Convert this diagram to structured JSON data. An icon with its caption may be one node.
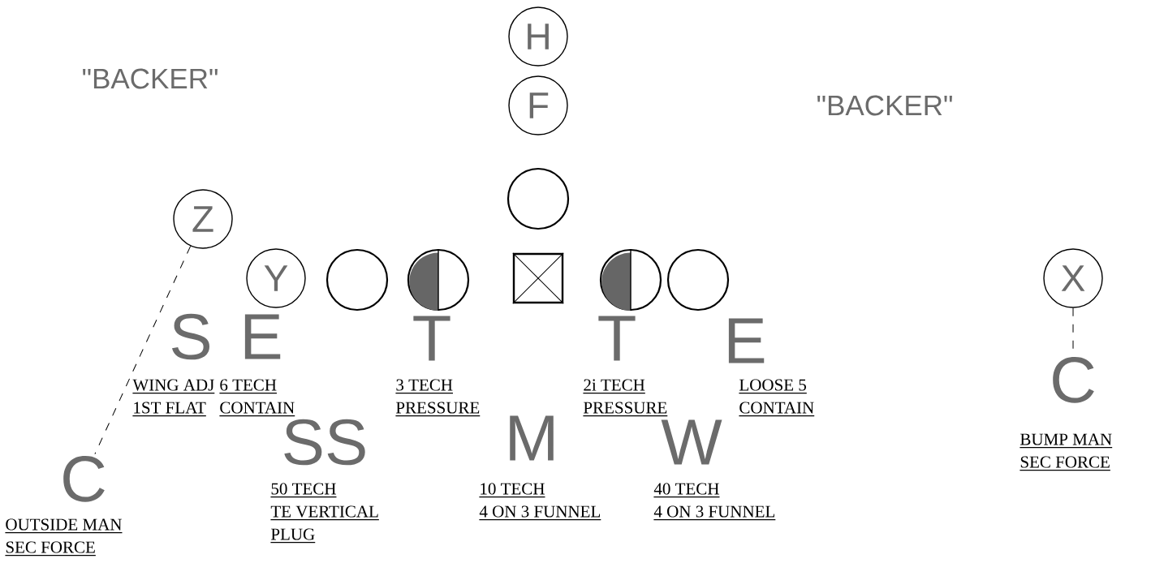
{
  "diagram": {
    "nodes": [
      {
        "text": [
          "H"
        ]
      },
      {
        "text": [
          "F"
        ]
      },
      {
        "text": [],
        "shape": "circle"
      },
      {
        "text": [
          "Z"
        ]
      },
      {
        "text": [
          "Y"
        ]
      },
      {
        "text": [],
        "shape": "circle"
      },
      {
        "text": [],
        "shape": "circle"
      },
      {
        "text": [],
        "shape": "box"
      },
      {
        "text": [],
        "shape": "circle"
      },
      {
        "text": [],
        "shape": "circle"
      },
      {
        "text": [
          "X"
        ]
      },
      {
        "text": [
          "C"
        ],
        "beside": [
          "BUMP MAN SEC FORCE"
        ]
      },
      {
        "text": [
          "C"
        ],
        "beside": [
          "OUTSIDE MAN SEC FORCE"
        ]
      }
    ],
    "edges": [
      {
        "from": 3,
        "to": 12,
        "arrow": "none",
        "style": "dashed"
      },
      {
        "from": 10,
        "to": 11,
        "arrow": "none",
        "style": "dashed"
      }
    ],
    "labels": [
      "\"BACKER\"",
      "\"BACKER\"",
      "S",
      "E",
      "T",
      "T",
      "E",
      "WING ADJ 1ST FLAT",
      "6 TECH CONTAIN",
      "3 TECH PRESSURE",
      "2i TECH PRESSURE",
      "LOOSE 5 CONTAIN",
      "SS",
      "M",
      "W",
      "50 TECH TE VERTICAL PLUG",
      "10 TECH 4 ON 3 FUNNEL",
      "40 TECH 4 ON 3 FUNNEL"
    ]
  }
}
